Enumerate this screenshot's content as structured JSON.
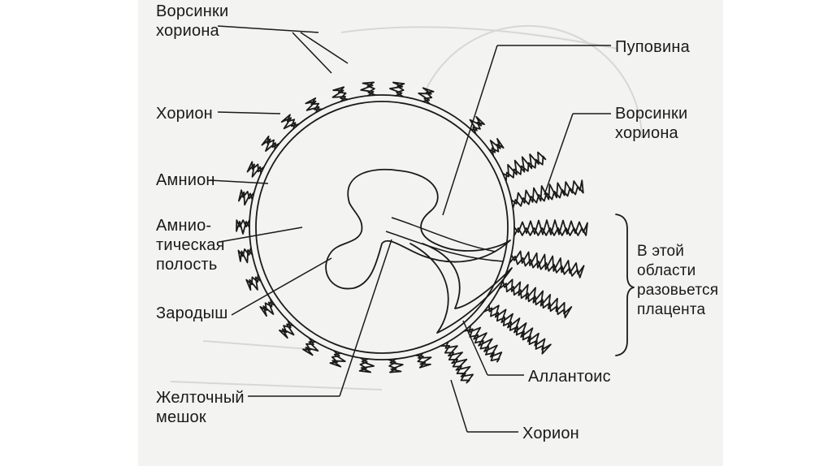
{
  "labels": {
    "villi_left": "Ворсинки\nхориона",
    "chorion_left": "Хорион",
    "amnion": "Амнион",
    "amniotic_cavity": "Амнио-\nтическая\nполость",
    "embryo": "Зародыш",
    "yolk_sac": "Желточный\nмешок",
    "umbilical_cord": "Пуповина",
    "villi_right": "Ворсинки\nхориона",
    "placenta_zone": "В этой\nобласти\nразовьется\nплацента",
    "allantois": "Аллантоис",
    "chorion_bottom": "Хорион"
  },
  "colors": {
    "ink": "#1a1a1a",
    "paper": "#f3f3f1",
    "background": "#ffffff"
  }
}
